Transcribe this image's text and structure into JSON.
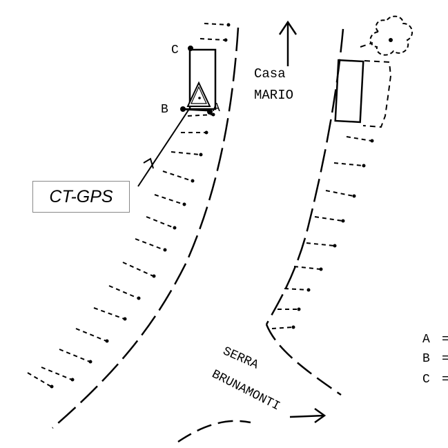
{
  "labels": {
    "casa_line1": "Casa",
    "casa_line2": "MARIO",
    "point_a": "A",
    "point_b": "B",
    "point_c": "C",
    "gps_box": "CT-GPS",
    "serra": "SERRA",
    "brunamonti": "BRUNAMONTI"
  },
  "legend": [
    {
      "key": "A",
      "separator": "="
    },
    {
      "key": "B",
      "separator": "="
    },
    {
      "key": "C",
      "separator": "="
    }
  ],
  "colors": {
    "ink": "#000000",
    "box_border": "#888888",
    "background": "#ffffff"
  }
}
